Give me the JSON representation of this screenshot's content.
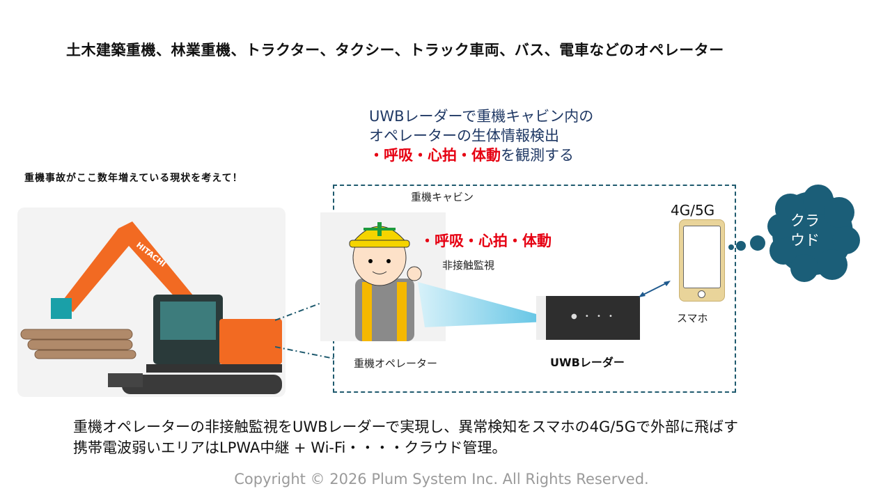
{
  "title": "土木建築重機、林業重機、トラクター、タクシー、トラック車両、バス、電車などのオペレーター",
  "description": {
    "line1": "UWBレーダーで重機キャビン内の",
    "line2": "オペレーターの生体情報検出",
    "line3_red": "・呼吸・心拍・体動",
    "line3_rest": "を観測する"
  },
  "note": "重機事故がここ数年増えている現状を考えて！",
  "diagram": {
    "cabin_label": "重機キャビン",
    "vitals": "・呼吸・心拍・体動",
    "monitor_label": "非接触監視",
    "operator_label": "重機オペレーター",
    "radar_label": "UWBレーダー",
    "network_label": "4G/5G",
    "phone_label": "スマホ",
    "cloud_line1": "クラ",
    "cloud_line2": "ウド",
    "excavator_brand": "HITACHI"
  },
  "bottom": {
    "line1": "重機オペレーターの非接触監視をUWBレーダーで実現し、異常検知をスマホの4G/5Gで外部に飛ばす",
    "line2": "携帯電波弱いエリアはLPWA中継 + Wi-Fi・・・・クラウド管理。"
  },
  "copyright": "Copyright © 2026 Plum System Inc. All Rights Reserved."
}
